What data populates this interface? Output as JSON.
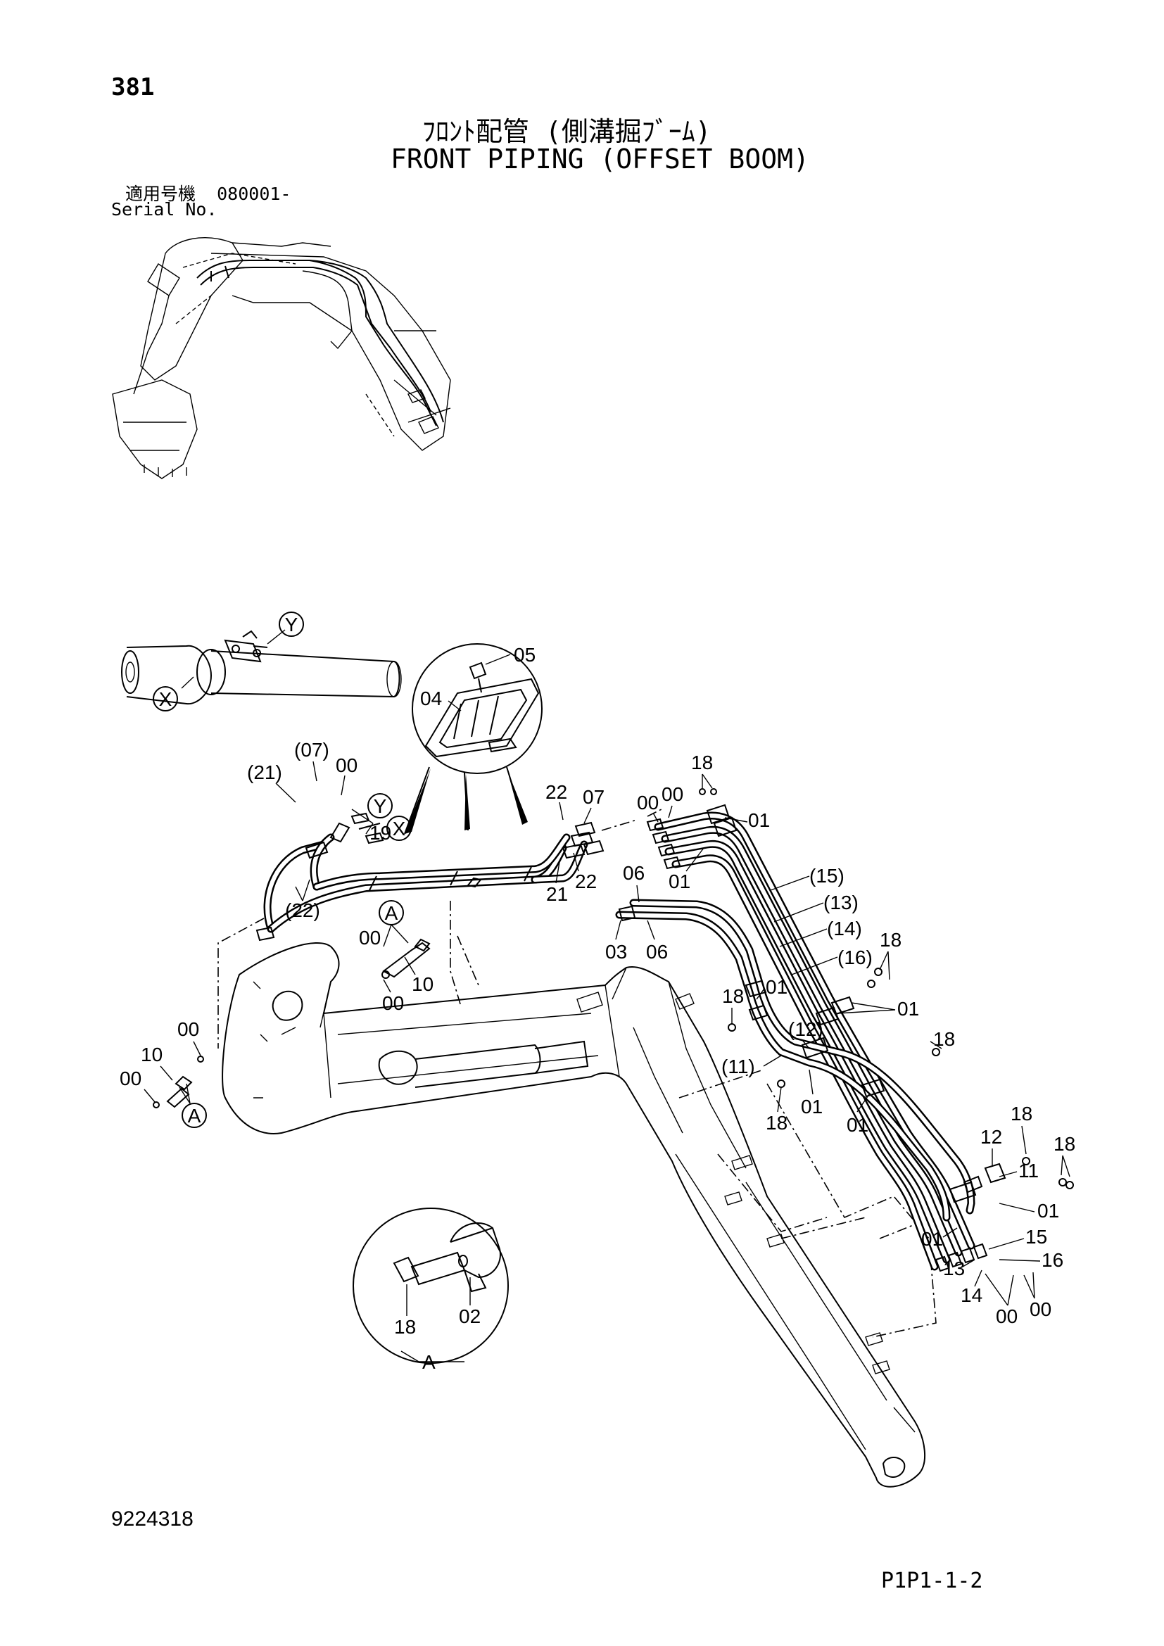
{
  "header": {
    "page_number": "381",
    "title_jp": "ﾌﾛﾝﾄ配管 (側溝掘ﾌﾞｰﾑ)",
    "title_en": "FRONT PIPING (OFFSET BOOM)",
    "serial_label_jp": "適用号機",
    "serial_range": "080001-",
    "serial_label_en": "Serial No."
  },
  "footer": {
    "drawing_number": "9224318",
    "page_ref": "P1P1-1-2"
  },
  "markers": {
    "x": "X",
    "y": "Y",
    "a": "A"
  },
  "callouts": {
    "c05": "05",
    "c04": "04",
    "c07p": "(07)",
    "c21p": "(21)",
    "c00a": "00",
    "c19": "19",
    "c22p": "(22)",
    "c22a": "22",
    "c07": "07",
    "c22b": "22",
    "c21": "21",
    "c00b": "00",
    "c10a": "10",
    "c00c": "00",
    "c00d": "00",
    "c10b": "10",
    "c00e": "00",
    "c18a": "18",
    "c00f": "00",
    "c00g": "00",
    "c01a": "01",
    "c01b": "01",
    "c15p": "(15)",
    "c13p": "(13)",
    "c14p": "(14)",
    "c16p": "(16)",
    "c06a": "06",
    "c03": "03",
    "c06b": "06",
    "c18b": "18",
    "c18c": "18",
    "c01c": "01",
    "c01d": "01",
    "c12p": "(12)",
    "c11p": "(11)",
    "c18d": "18",
    "c18e": "18",
    "c01e": "01",
    "c01f": "01",
    "c18f": "18",
    "c12": "12",
    "c18g": "18",
    "c11": "11",
    "c01g": "01",
    "c01h": "01",
    "c15": "15",
    "c13": "13",
    "c16": "16",
    "c14": "14",
    "c00h": "00",
    "c00i": "00",
    "c18h": "18",
    "c02": "02"
  }
}
